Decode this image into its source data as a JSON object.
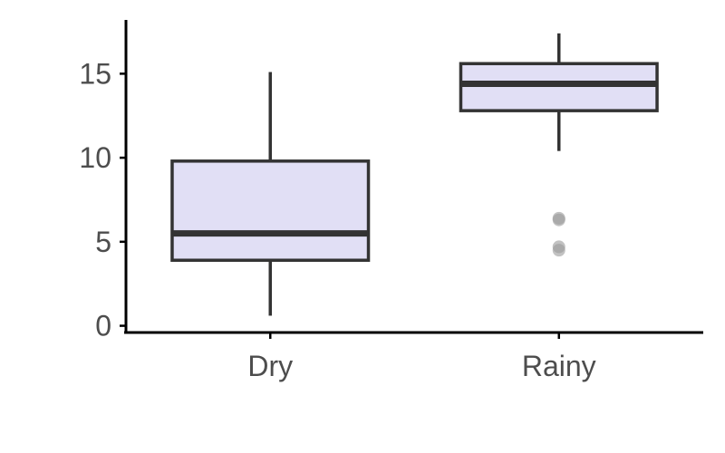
{
  "chart_data": {
    "type": "box",
    "title": "",
    "xlabel": "",
    "ylabel": "",
    "categories": [
      "Dry",
      "Rainy"
    ],
    "ylim": [
      -0.4,
      18.2
    ],
    "yticks": [
      0,
      5,
      10,
      15
    ],
    "grid": false,
    "boxes": [
      {
        "category": "Dry",
        "whisker_low": 0.6,
        "q1": 3.9,
        "median": 5.5,
        "q3": 9.8,
        "whisker_high": 15.1,
        "outliers": []
      },
      {
        "category": "Rainy",
        "whisker_low": 10.4,
        "q1": 12.8,
        "median": 14.4,
        "q3": 15.6,
        "whisker_high": 17.4,
        "outliers": [
          6.3,
          6.4,
          4.5,
          4.7
        ]
      }
    ],
    "colors": {
      "box_fill": "#e1dff5",
      "box_stroke": "#333333",
      "outlier": "#999999",
      "axis": "#000000",
      "tick_text": "#4d4d4d"
    }
  }
}
